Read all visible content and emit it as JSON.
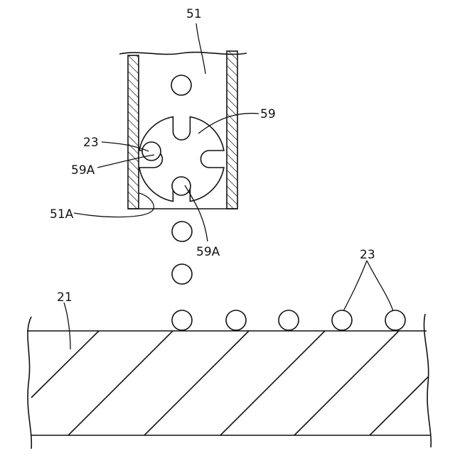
{
  "labels": {
    "tube": "51",
    "tube_edge": "51A",
    "rotor": "59",
    "rotor_slot_left": "59A",
    "rotor_slot_bottom": "59A",
    "ball_in_rotor": "23",
    "balls_on_substrate": "23",
    "substrate": "21"
  },
  "colors": {
    "stroke": "#111111",
    "background": "#ffffff"
  }
}
